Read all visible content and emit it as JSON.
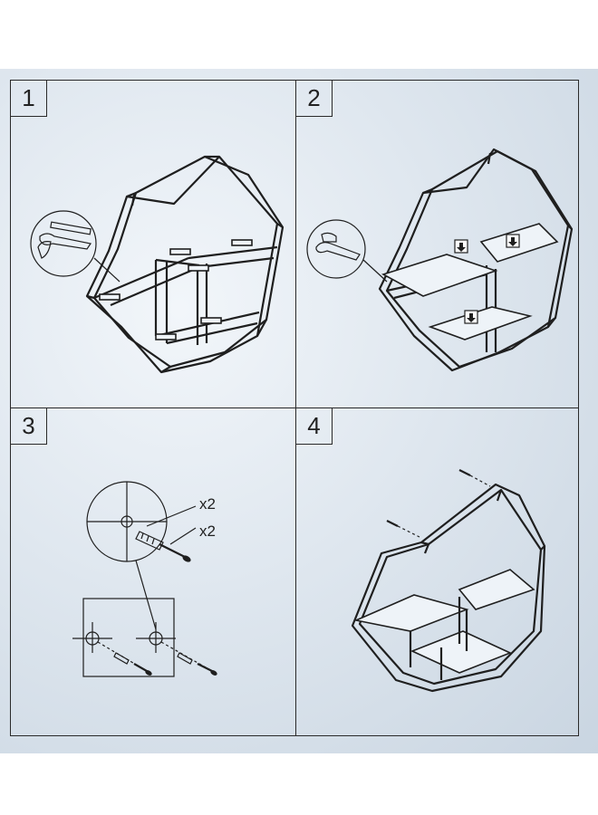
{
  "steps": [
    {
      "number": "1"
    },
    {
      "number": "2"
    },
    {
      "number": "3",
      "hardware": [
        {
          "quantity": "x2"
        },
        {
          "quantity": "x2"
        }
      ]
    },
    {
      "number": "4"
    }
  ],
  "icons": {
    "step1": [
      "hexagon-frame-icon",
      "hand-magnifier-icon",
      "shelf-clip-icon"
    ],
    "step2": [
      "hexagon-frame-icon",
      "hand-magnifier-icon",
      "shelf-panel-icon",
      "down-arrow-icon"
    ],
    "step3": [
      "drill-hole-detail-icon",
      "wall-plug-icon",
      "screw-icon",
      "wall-template-icon"
    ],
    "step4": [
      "assembled-shelf-icon",
      "screw-icon"
    ]
  },
  "colors": {
    "line": "#1f1f1f",
    "background": "#dfe7ef",
    "shelf": "#eef3f8"
  }
}
